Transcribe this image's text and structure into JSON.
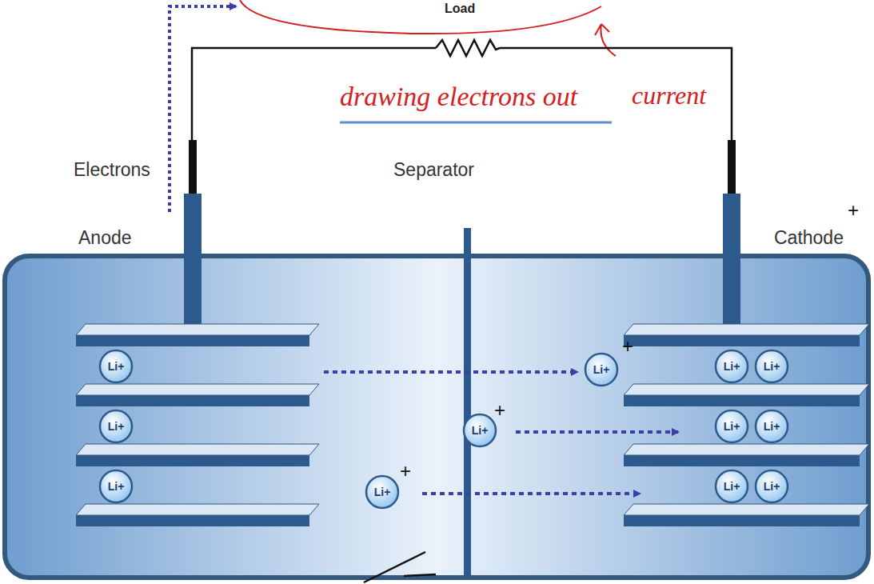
{
  "diagram": {
    "nodes": [
      {
        "text": [
          "Li+"
        ]
      },
      {
        "text": [
          "Li+"
        ]
      },
      {
        "text": [
          "Li+"
        ]
      },
      {
        "text": [
          "Li+"
        ]
      },
      {
        "text": [
          "Li+"
        ]
      },
      {
        "text": [
          "Li+"
        ]
      },
      {
        "text": [
          "Li+"
        ]
      },
      {
        "text": [
          "Li+"
        ]
      },
      {
        "text": [
          "Li+"
        ]
      },
      {
        "text": [
          "Li+"
        ]
      },
      {
        "text": [
          "Li+"
        ]
      },
      {
        "text": [
          "Li+"
        ]
      }
    ],
    "labels": [
      "Load",
      "Electrons",
      "drawing electrons out",
      "current",
      "Separator",
      "Anode",
      "Cathode",
      "+",
      "+",
      "+",
      "+"
    ]
  }
}
